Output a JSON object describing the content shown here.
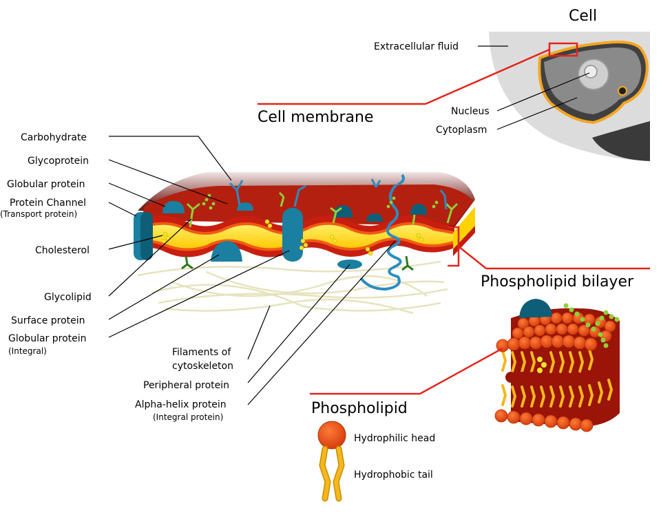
{
  "cell": {
    "title": "Cell",
    "extracellular_fluid": "Extracellular fluid",
    "nucleus": "Nucleus",
    "cytoplasm": "Cytoplasm"
  },
  "membrane": {
    "title": "Cell membrane",
    "labels_left": {
      "carbohydrate": "Carbohydrate",
      "glycoprotein": "Glycoprotein",
      "globular_protein": "Globular protein",
      "protein_channel": "Protein Channel",
      "protein_channel_sub": "(Transport protein)",
      "cholesterol": "Cholesterol",
      "glycolipid": "Glycolipid",
      "surface_protein": "Surface protein",
      "globular_protein_integral": "Globular protein",
      "globular_protein_integral_sub": "(Integral)"
    },
    "labels_bottom": {
      "filaments_line1": "Filaments of",
      "filaments_line2": "cytoskeleton",
      "peripheral_protein": "Peripheral protein",
      "alpha_helix": "Alpha-helix protein",
      "alpha_helix_sub": "(Integral protein)"
    }
  },
  "bilayer": {
    "title": "Phospholipid bilayer"
  },
  "phospholipid": {
    "title": "Phospholipid",
    "head_label": "Hydrophilic head",
    "tail_label": "Hydrophobic tail"
  },
  "colors": {
    "callout_red": "#e2241a",
    "membrane_yellow": "#ffd200",
    "membrane_red": "#c01c12",
    "membrane_orange": "#f05a14",
    "protein_teal": "#1a7fa0",
    "protein_dark": "#0e5e78",
    "glycan_green": "#8fd135",
    "cholesterol_yellow": "#f4e42b",
    "cell_gray": "#dcdcdc",
    "cytoplasm_dark": "#3b3b3b",
    "head_orange": "#e84a10",
    "tail_yellow": "#f5b81c"
  }
}
